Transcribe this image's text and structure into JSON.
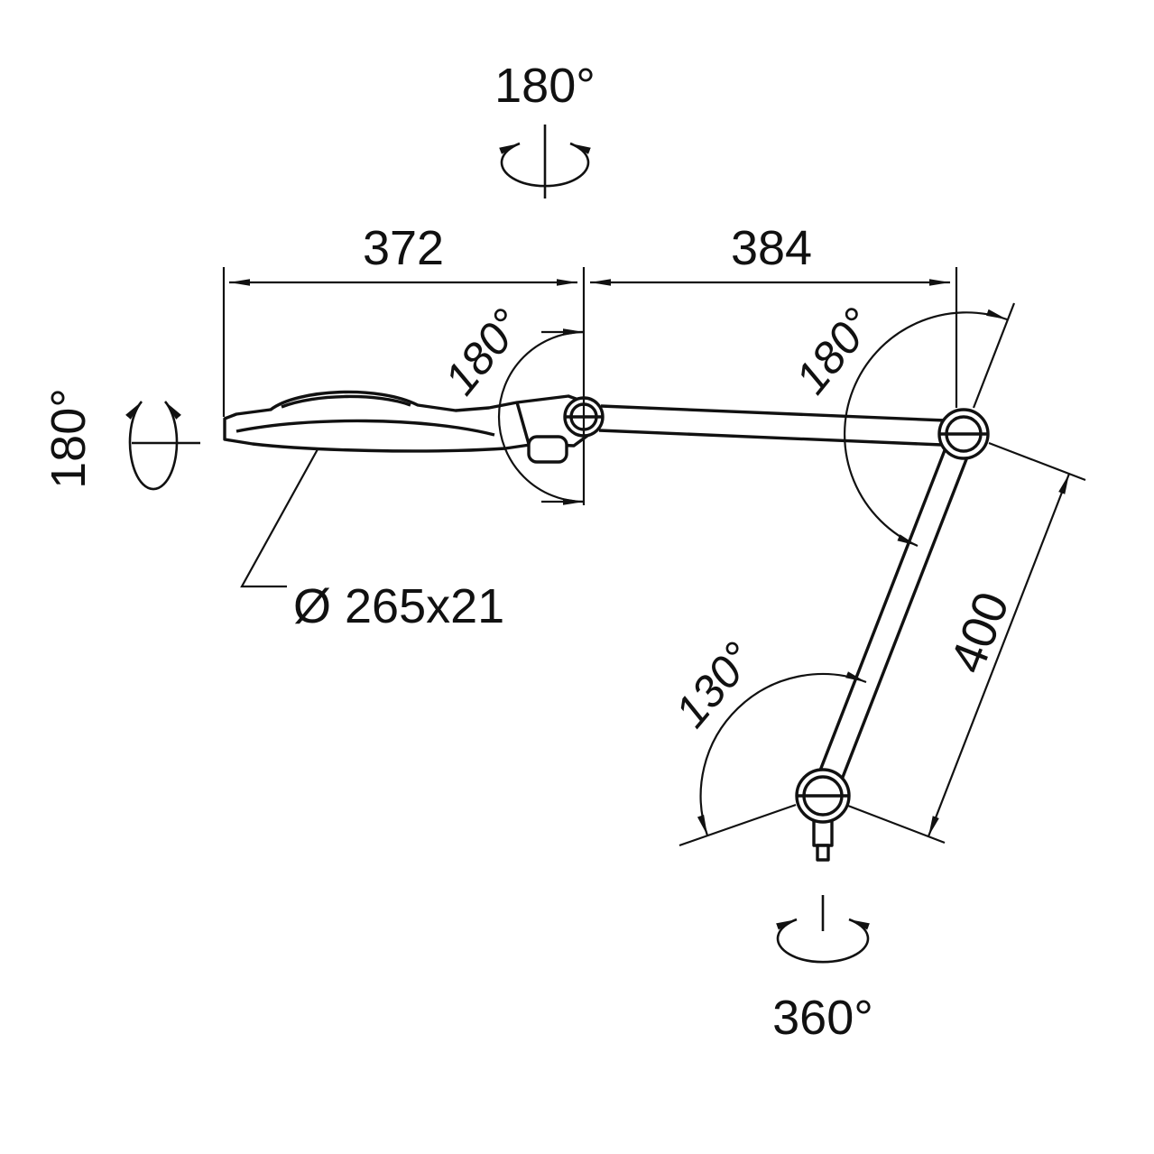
{
  "drawing": {
    "type": "technical-dimension-drawing",
    "subject": "Articulated arm magnifier lamp with rotation angles and lengths",
    "line_color": "#111111",
    "background_color": "#ffffff",
    "labels": {
      "top_rotation": "180°",
      "left_rotation": "180°",
      "upper_span": "372",
      "arm_span": "384",
      "elbow_angle": "180°",
      "shoulder_angle": "180°",
      "lower_angle": "130°",
      "lower_arm_length": "400",
      "head_diameter": "Ø 265x21",
      "base_rotation": "360°"
    }
  }
}
